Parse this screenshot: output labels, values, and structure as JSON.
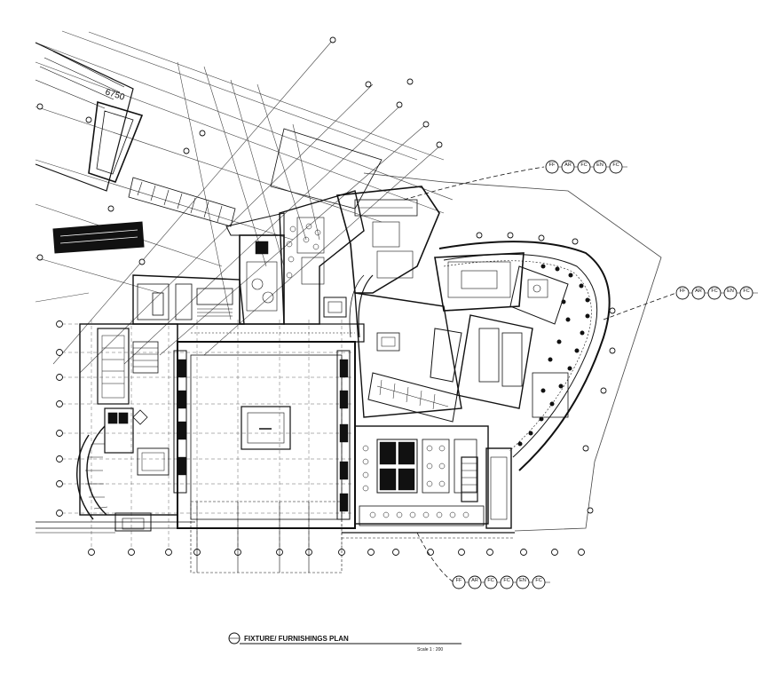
{
  "drawing": {
    "title": "FIXTURE/ FURNISHINGS PLAN",
    "scale": "Scale 1 : 200",
    "dimension": "6750"
  },
  "callouts": [
    {
      "id": "north",
      "tags": [
        "FF",
        "AR",
        "FC",
        "EN",
        "FC"
      ]
    },
    {
      "id": "east",
      "tags": [
        "FF",
        "AR",
        "FC",
        "EN",
        "FC"
      ]
    },
    {
      "id": "south",
      "tags": [
        "FF",
        "AR",
        "FC",
        "FC",
        "EN",
        "FC"
      ]
    }
  ]
}
